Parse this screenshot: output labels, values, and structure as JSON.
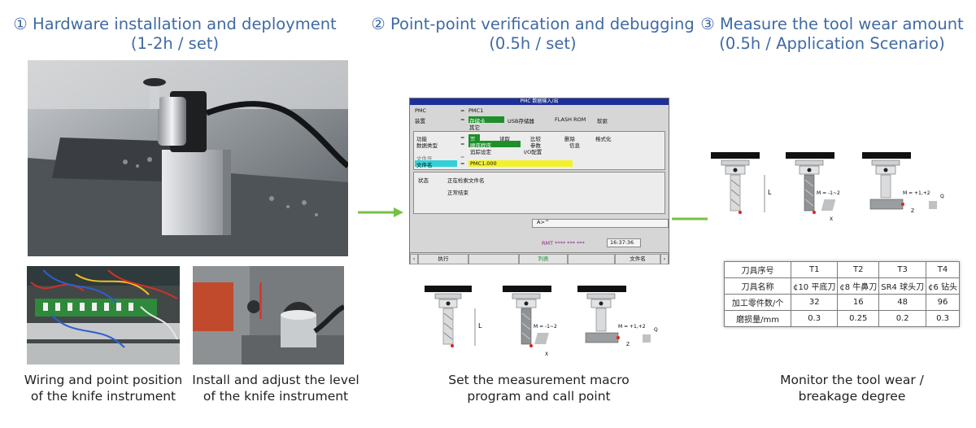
{
  "steps": [
    {
      "title": "① Hardware installation and deployment",
      "subtitle": "(1-2h / set)"
    },
    {
      "title": "② Point-point verification and debugging",
      "subtitle": "(0.5h / set)"
    },
    {
      "title": "③ Measure the tool wear amount",
      "subtitle": "(0.5h / Application Scenario)"
    }
  ],
  "captions": {
    "wiring": [
      "Wiring and point position",
      "of the knife instrument"
    ],
    "install": [
      "Install and adjust the level",
      "of the knife instrument"
    ],
    "macro": [
      "Set the measurement macro",
      "program and call point"
    ],
    "monitor": [
      "Monitor the tool wear /",
      "breakage degree"
    ]
  },
  "cnc_screen": {
    "title": "PMC 数据输入/出",
    "pmc_label": "PMC",
    "pmc_value": "PMC1",
    "device_label": "装置",
    "device_options": [
      "存储卡",
      "USB存储器",
      "FLASH ROM",
      "软驱",
      "其它"
    ],
    "function_label": "功能",
    "function_options": [
      "写",
      "读取",
      "比较",
      "删除",
      "格式化"
    ],
    "datatype_label": "数据类型",
    "datatype_options": [
      "顺序程序",
      "参数",
      "信息",
      "追踪设定",
      "I/O配置"
    ],
    "fileno_label": "文件号",
    "filename_label": "文件名",
    "filename_value": "PMC1.000",
    "status_label": "状态",
    "status_lines": [
      "正在检索文件名",
      "正常结束"
    ],
    "prompt": "A>^",
    "mode": "RMT  **** *** ***",
    "clock": "16:37:36",
    "softkeys": [
      "执行",
      "",
      "列表",
      "",
      "文件名"
    ]
  },
  "probe_labels": {
    "length": "L",
    "flat_m": "M = -1~2",
    "ball_m": "M = +1,+2",
    "x": "X",
    "z": "Z",
    "q": "Q"
  },
  "tool_table": {
    "header": [
      "刀具序号",
      "T1",
      "T2",
      "T3",
      "T4"
    ],
    "rows": [
      [
        "刀具名称",
        "¢10 平底刀",
        "¢8 牛鼻刀",
        "SR4 球头刀",
        "¢6 钻头"
      ],
      [
        "加工零件数/个",
        "32",
        "16",
        "48",
        "96"
      ],
      [
        "磨损量/mm",
        "0.3",
        "0.25",
        "0.2",
        "0.3"
      ]
    ]
  },
  "colors": {
    "heading": "#3f6aa5",
    "arrow": "#77c043",
    "tool_tip": "#e02020"
  }
}
